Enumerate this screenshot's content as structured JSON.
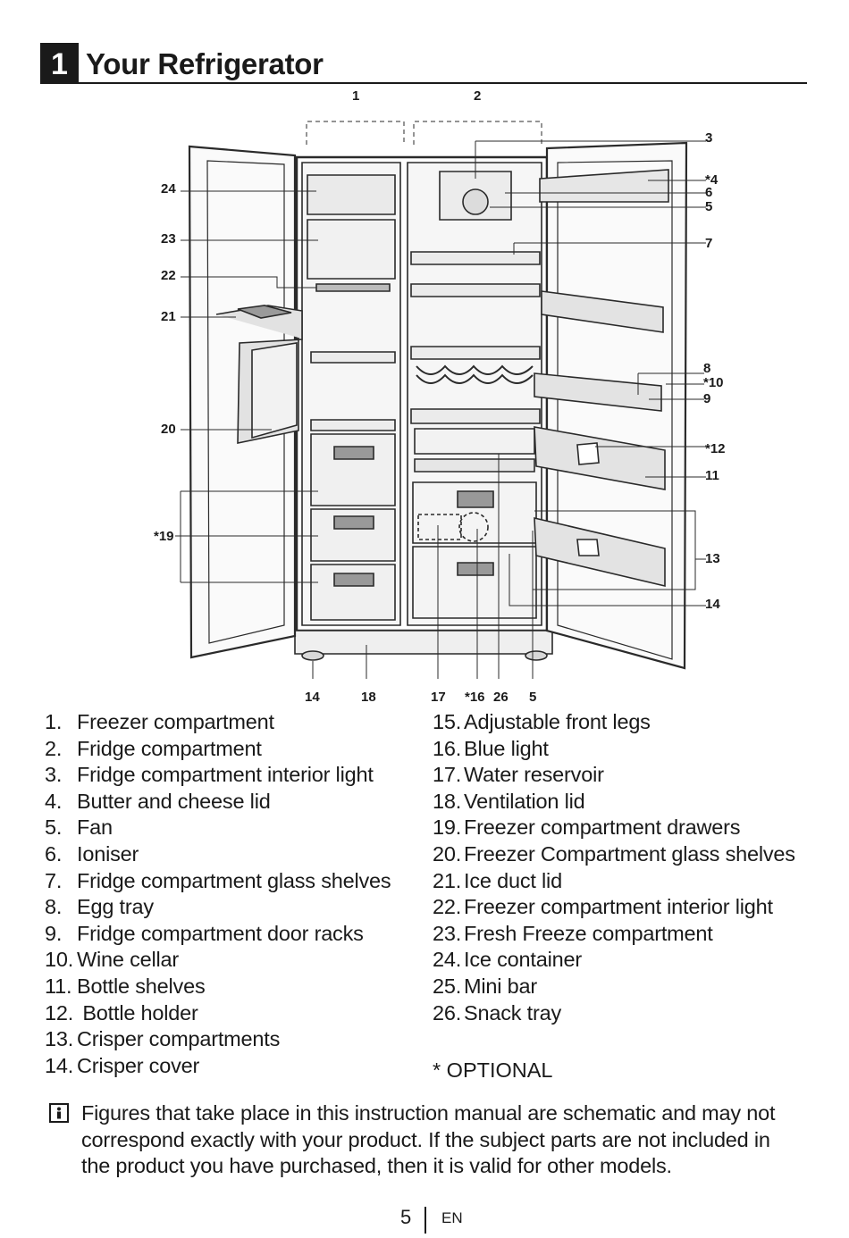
{
  "header": {
    "section_number": "1",
    "title": "Your Refrigerator"
  },
  "figure": {
    "callouts": {
      "c1": "1",
      "c2": "2",
      "c3": "3",
      "c4": "*4",
      "c6": "6",
      "c5": "5",
      "c7": "7",
      "c8": "8",
      "c10": "*10",
      "c9": "9",
      "c12": "*12",
      "c11": "11",
      "c13": "13",
      "c14r": "14",
      "c24": "24",
      "c23": "23",
      "c22": "22",
      "c21": "21",
      "c20": "20",
      "c19": "*19",
      "b14": "14",
      "b18": "18",
      "b17": "17",
      "b16": "*16",
      "b26": "26",
      "b5": "5"
    }
  },
  "parts_left": [
    {
      "num": "1.",
      "label": "Freezer compartment"
    },
    {
      "num": "2.",
      "label": "Fridge compartment"
    },
    {
      "num": "3.",
      "label": "Fridge compartment interior light"
    },
    {
      "num": "4.",
      "label": "Butter and cheese lid"
    },
    {
      "num": "5.",
      "label": "Fan"
    },
    {
      "num": "6.",
      "label": "Ioniser"
    },
    {
      "num": "7.",
      "label": "Fridge compartment glass shelves"
    },
    {
      "num": "8.",
      "label": "Egg tray"
    },
    {
      "num": "9.",
      "label": "Fridge compartment door racks"
    },
    {
      "num": "10.",
      "label": "Wine cellar"
    },
    {
      "num": "11.",
      "label": "Bottle shelves"
    },
    {
      "num": "12.",
      "label": " Bottle holder"
    },
    {
      "num": "13.",
      "label": "Crisper compartments"
    },
    {
      "num": "14.",
      "label": "Crisper cover"
    }
  ],
  "parts_right": [
    {
      "num": "15.",
      "label": "Adjustable front legs"
    },
    {
      "num": "16.",
      "label": "Blue light"
    },
    {
      "num": "17.",
      "label": "Water reservoir"
    },
    {
      "num": "18.",
      "label": "Ventilation lid"
    },
    {
      "num": "19.",
      "label": "Freezer compartment drawers"
    },
    {
      "num": "20.",
      "label": "Freezer Compartment glass shelves"
    },
    {
      "num": "21.",
      "label": "Ice duct lid"
    },
    {
      "num": "22.",
      "label": "Freezer compartment interior light"
    },
    {
      "num": "23.",
      "label": "Fresh Freeze compartment"
    },
    {
      "num": "24.",
      "label": "Ice container"
    },
    {
      "num": "25.",
      "label": "Mini bar"
    },
    {
      "num": "26.",
      "label": "Snack tray"
    }
  ],
  "optional_note": "* OPTIONAL",
  "info_note": "Figures that take place in this instruction manual are schematic and may not correspond exactly with your product. If the subject parts are not included in the product you have purchased, then it is valid for other models.",
  "footer": {
    "page_number": "5",
    "language": "EN"
  }
}
